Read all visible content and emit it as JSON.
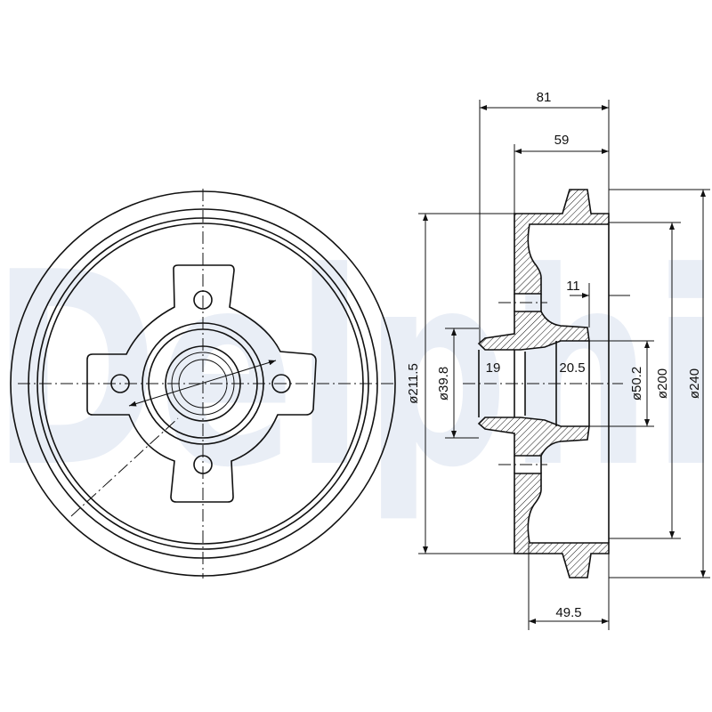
{
  "watermark": "Delphi",
  "colors": {
    "line": "#111111",
    "watermark": "#e9eef6",
    "background": "#ffffff"
  },
  "dimensions": {
    "overall_width": "81",
    "inner_depth": "59",
    "hub_step": "11",
    "bore_left_depth": "19",
    "bore_right_depth": "20.5",
    "flange_offset": "49.5",
    "diameter_braking": "ø211.5",
    "diameter_bore_small": "ø39.8",
    "diameter_bore_large": "ø50.2",
    "diameter_inner": "ø200",
    "diameter_outer": "ø240"
  }
}
